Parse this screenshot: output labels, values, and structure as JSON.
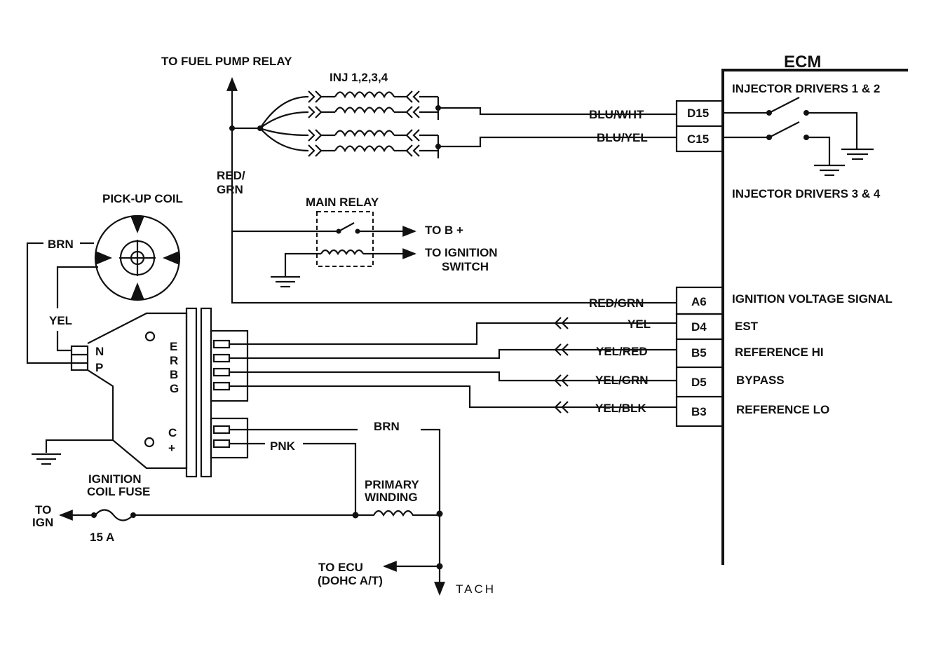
{
  "ecm": {
    "title": "ECM",
    "injector_drivers_12": "INJECTOR DRIVERS 1 & 2",
    "injector_drivers_34": "INJECTOR DRIVERS 3 & 4",
    "pins": {
      "d15": "D15",
      "c15": "C15",
      "a6": "A6",
      "d4": "D4",
      "b5": "B5",
      "d5": "D5",
      "b3": "B3"
    },
    "functions": {
      "ignition_voltage": "IGNITION VOLTAGE SIGNAL",
      "est": "EST",
      "reference_hi": "REFERENCE HI",
      "bypass": "BYPASS",
      "reference_lo": "REFERENCE LO"
    }
  },
  "wires": {
    "blu_wht": "BLU/WHT",
    "blu_yel": "BLU/YEL",
    "red_grn_vertical": "RED/\nGRN",
    "red_grn": "RED/GRN",
    "yel_est": "YEL",
    "yel_red": "YEL/RED",
    "yel_grn": "YEL/GRN",
    "yel_blk": "YEL/BLK",
    "brn_pickup": "BRN",
    "yel_pickup": "YEL",
    "brn_coil": "BRN",
    "pnk": "PNK"
  },
  "components": {
    "fuel_pump_relay": "TO FUEL PUMP RELAY",
    "injectors": "INJ 1,2,3,4",
    "main_relay": "MAIN RELAY",
    "to_b_plus": "TO B +",
    "to_ignition_switch_1": "TO IGNITION",
    "to_ignition_switch_2": "SWITCH",
    "pickup_coil": "PICK-UP COIL",
    "module_terminals_np": [
      "N",
      "P"
    ],
    "module_terminals_erbg": [
      "E",
      "R",
      "B",
      "G"
    ],
    "module_terminals_c": [
      "C",
      "+"
    ],
    "ignition_coil_fuse_1": "IGNITION",
    "ignition_coil_fuse_2": "COIL FUSE",
    "fuse_rating": "15 A",
    "to_ign_1": "TO",
    "to_ign_2": "IGN",
    "primary_winding_1": "PRIMARY",
    "primary_winding_2": "WINDING",
    "to_ecu_1": "TO ECU",
    "to_ecu_2": "(DOHC A/T)",
    "tach": "TACH"
  }
}
